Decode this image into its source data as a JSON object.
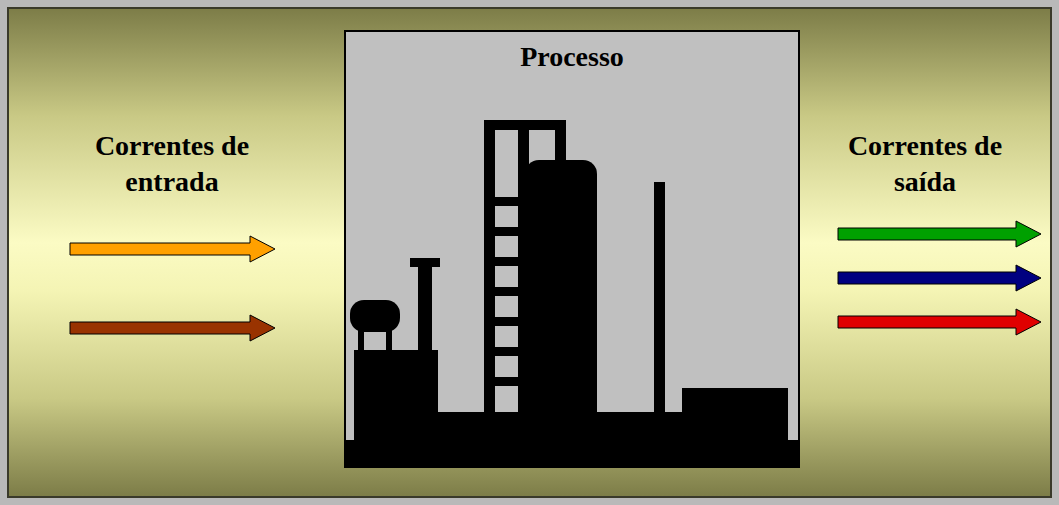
{
  "diagram": {
    "nodes": [
      {
        "text": [
          "Processo"
        ]
      }
    ],
    "labels": [
      "Correntes de entrada",
      "Correntes de saída"
    ]
  }
}
